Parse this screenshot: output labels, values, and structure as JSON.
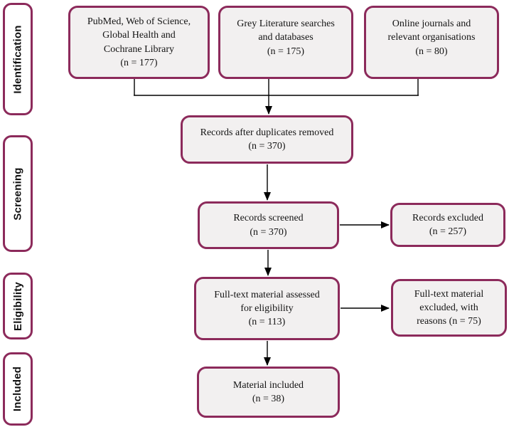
{
  "colors": {
    "box_border": "#8c2a5b",
    "box_fill": "#f2f0f0",
    "stage_fill": "#ffffff",
    "line": "#000000",
    "text": "#141414"
  },
  "sidebar": {
    "items": [
      {
        "id": "identification",
        "label": "Identification"
      },
      {
        "id": "screening",
        "label": "Screening"
      },
      {
        "id": "eligibility",
        "label": "Eligibility"
      },
      {
        "id": "included",
        "label": "Included"
      }
    ]
  },
  "flow": {
    "source_databases": "PubMed, Web of Science,\nGlobal Health and\nCochrane Library\n(n = 177)",
    "source_grey_literature": "Grey Literature searches\nand databases\n(n = 175)",
    "source_online_journals": "Online journals and\nrelevant organisations\n(n = 80)",
    "duplicates_removed": "Records after duplicates removed\n(n = 370)",
    "records_screened": "Records screened\n(n = 370)",
    "records_excluded": "Records excluded\n(n = 257)",
    "fulltext_assessed": "Full-text material assessed\nfor eligibility\n(n = 113)",
    "fulltext_excluded": "Full-text material\nexcluded, with\nreasons (n = 75)",
    "material_included": "Material included\n(n = 38)"
  }
}
